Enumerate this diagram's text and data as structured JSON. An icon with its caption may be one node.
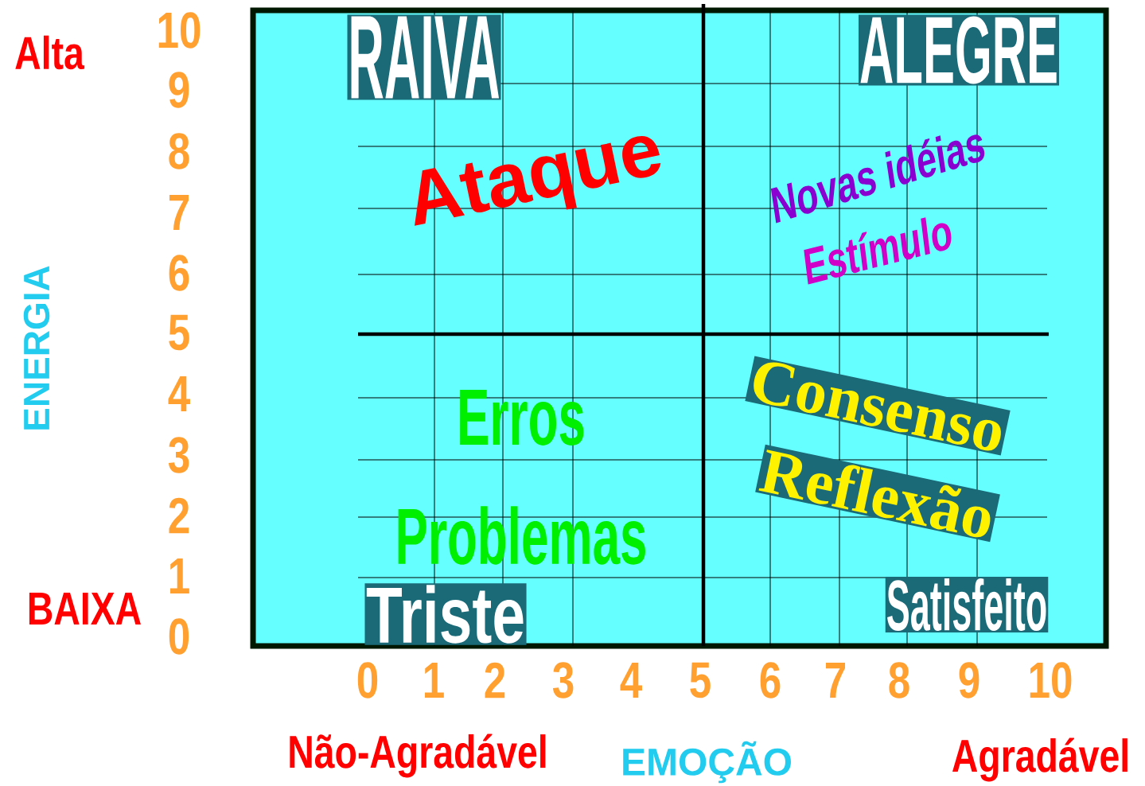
{
  "diagram": {
    "labels": [
      "Alta",
      "10",
      "RAIVA",
      "ALEGRE",
      "9",
      "8",
      "Ataque",
      "Novas idéias",
      "7",
      "Estímulo",
      "6",
      "ENERGIA",
      "5",
      "4",
      "Erros",
      "Consenso",
      "3",
      "Reflexão",
      "2",
      "Problemas",
      "1",
      "BAIXA",
      "Triste",
      "Satisfeito",
      "0",
      "0",
      "1",
      "2",
      "3",
      "4",
      "5",
      "6",
      "7",
      "8",
      "9",
      "10",
      "Não-Agradável",
      "EMOÇÃO",
      "Agradável"
    ]
  }
}
